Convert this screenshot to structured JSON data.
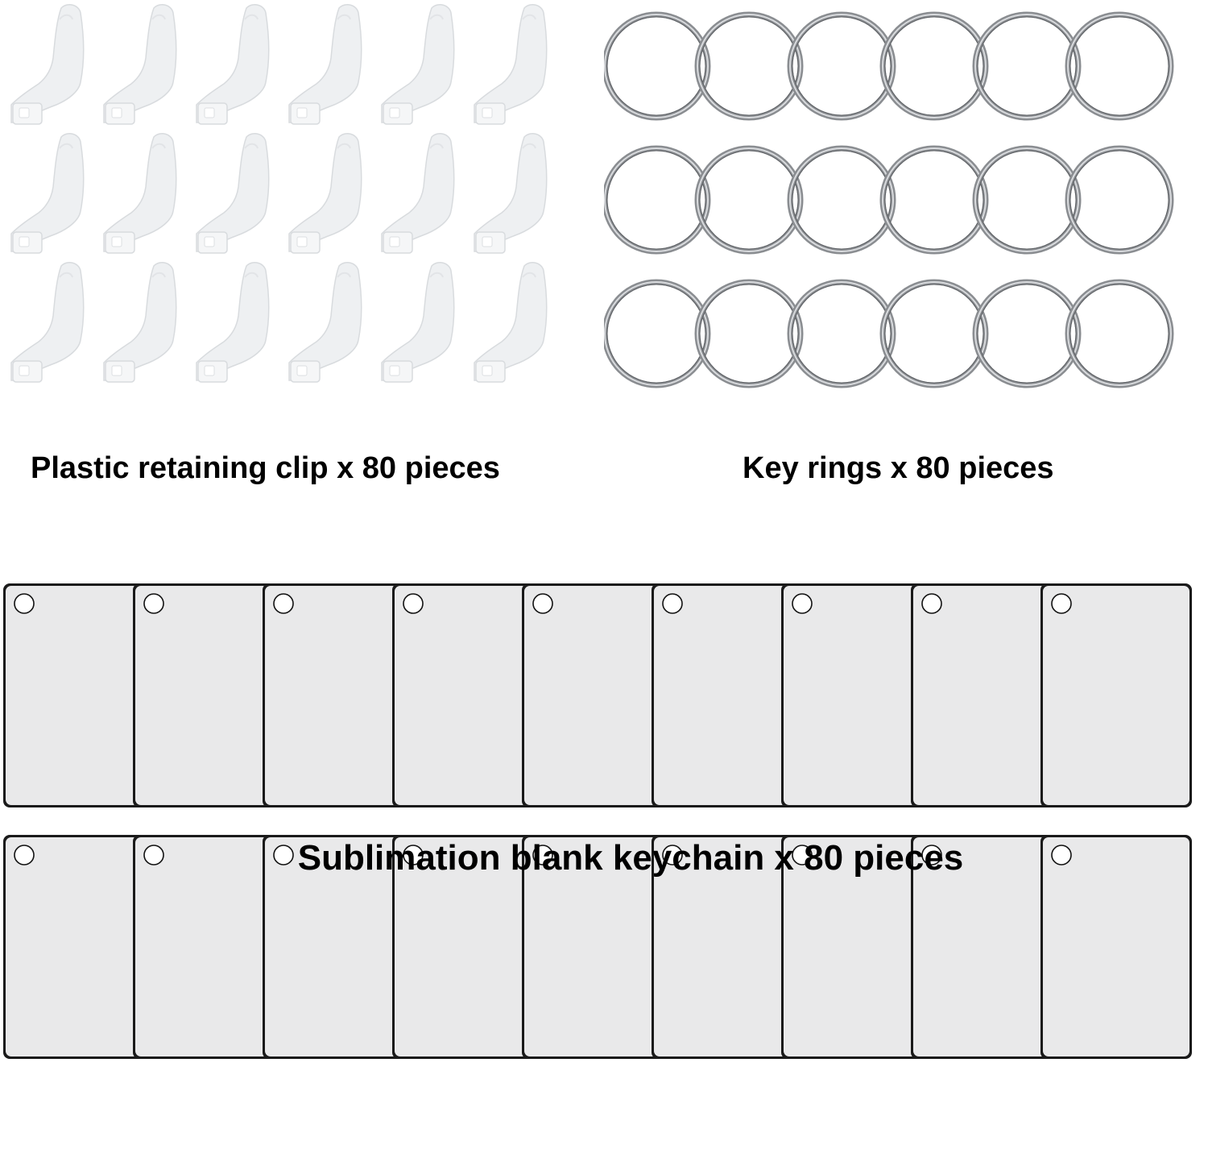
{
  "sections": {
    "clips": {
      "caption": "Plastic retaining clip x 80 pieces",
      "icon": "plastic-clip-icon",
      "rows": 3,
      "cols": 6,
      "color": "#eef0f2"
    },
    "rings": {
      "caption": "Key rings x 80 pieces",
      "icon": "key-ring-icon",
      "rows": 3,
      "cols": 6,
      "color": "#8a8d91"
    },
    "tags": {
      "caption": "Sublimation blank keychain x 80 pieces",
      "icon": "keychain-blank-icon",
      "rows": 2,
      "cols": 9,
      "color": "#e9e9ea"
    }
  }
}
